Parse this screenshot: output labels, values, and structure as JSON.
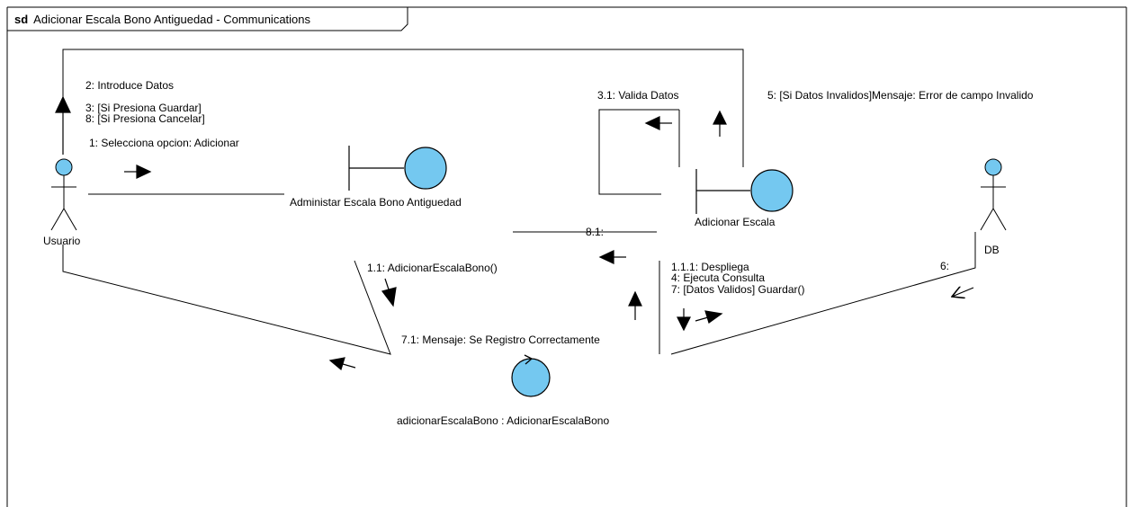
{
  "frame": {
    "keyword": "sd",
    "title": "Adicionar Escala Bono Antiguedad - Communications"
  },
  "colors": {
    "object_fill": "#74c8f0",
    "line": "#000000",
    "background": "#ffffff"
  },
  "actors": {
    "usuario": "Usuario",
    "db": "DB"
  },
  "objects": {
    "boundary_admin": "Administar Escala Bono Antiguedad",
    "boundary_adicionar": "Adicionar Escala",
    "control": "adicionarEscalaBono : AdicionarEscalaBono"
  },
  "messages": {
    "m2": "2: Introduce Datos",
    "m3": "3: [Si Presiona Guardar]",
    "m8": "8: [Si Presiona Cancelar]",
    "m1": "1: Selecciona opcion: Adicionar",
    "m31": "3.1: Valida Datos",
    "m5": "5: [Si Datos Invalidos]Mensaje: Error de campo Invalido",
    "m81": "8.1:",
    "m11": "1.1: AdicionarEscalaBono()",
    "m111": "1.1.1: Despliega",
    "m4": "4: Ejecuta Consulta",
    "m7": "7: [Datos Validos] Guardar()",
    "m6": "6:",
    "m71": "7.1: Mensaje: Se Registro Correctamente"
  }
}
